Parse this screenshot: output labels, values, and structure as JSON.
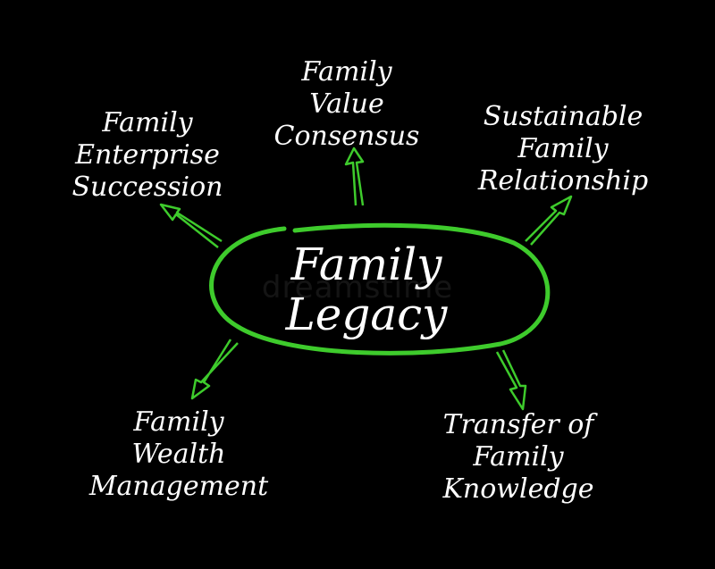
{
  "colors": {
    "background": "#000000",
    "accent": "#3ecb2c",
    "text": "#ffffff"
  },
  "center": {
    "line1": "Family",
    "line2": "Legacy"
  },
  "nodes": [
    {
      "lines": [
        "Family",
        "Enterprise",
        "Succession"
      ]
    },
    {
      "lines": [
        "Family",
        "Value",
        "Consensus"
      ]
    },
    {
      "lines": [
        "Sustainable",
        "Family",
        "Relationship"
      ]
    },
    {
      "lines": [
        "Family",
        "Wealth",
        "Management"
      ]
    },
    {
      "lines": [
        "Transfer of",
        "Family",
        "Knowledge"
      ]
    }
  ],
  "watermark": "dreamstime"
}
